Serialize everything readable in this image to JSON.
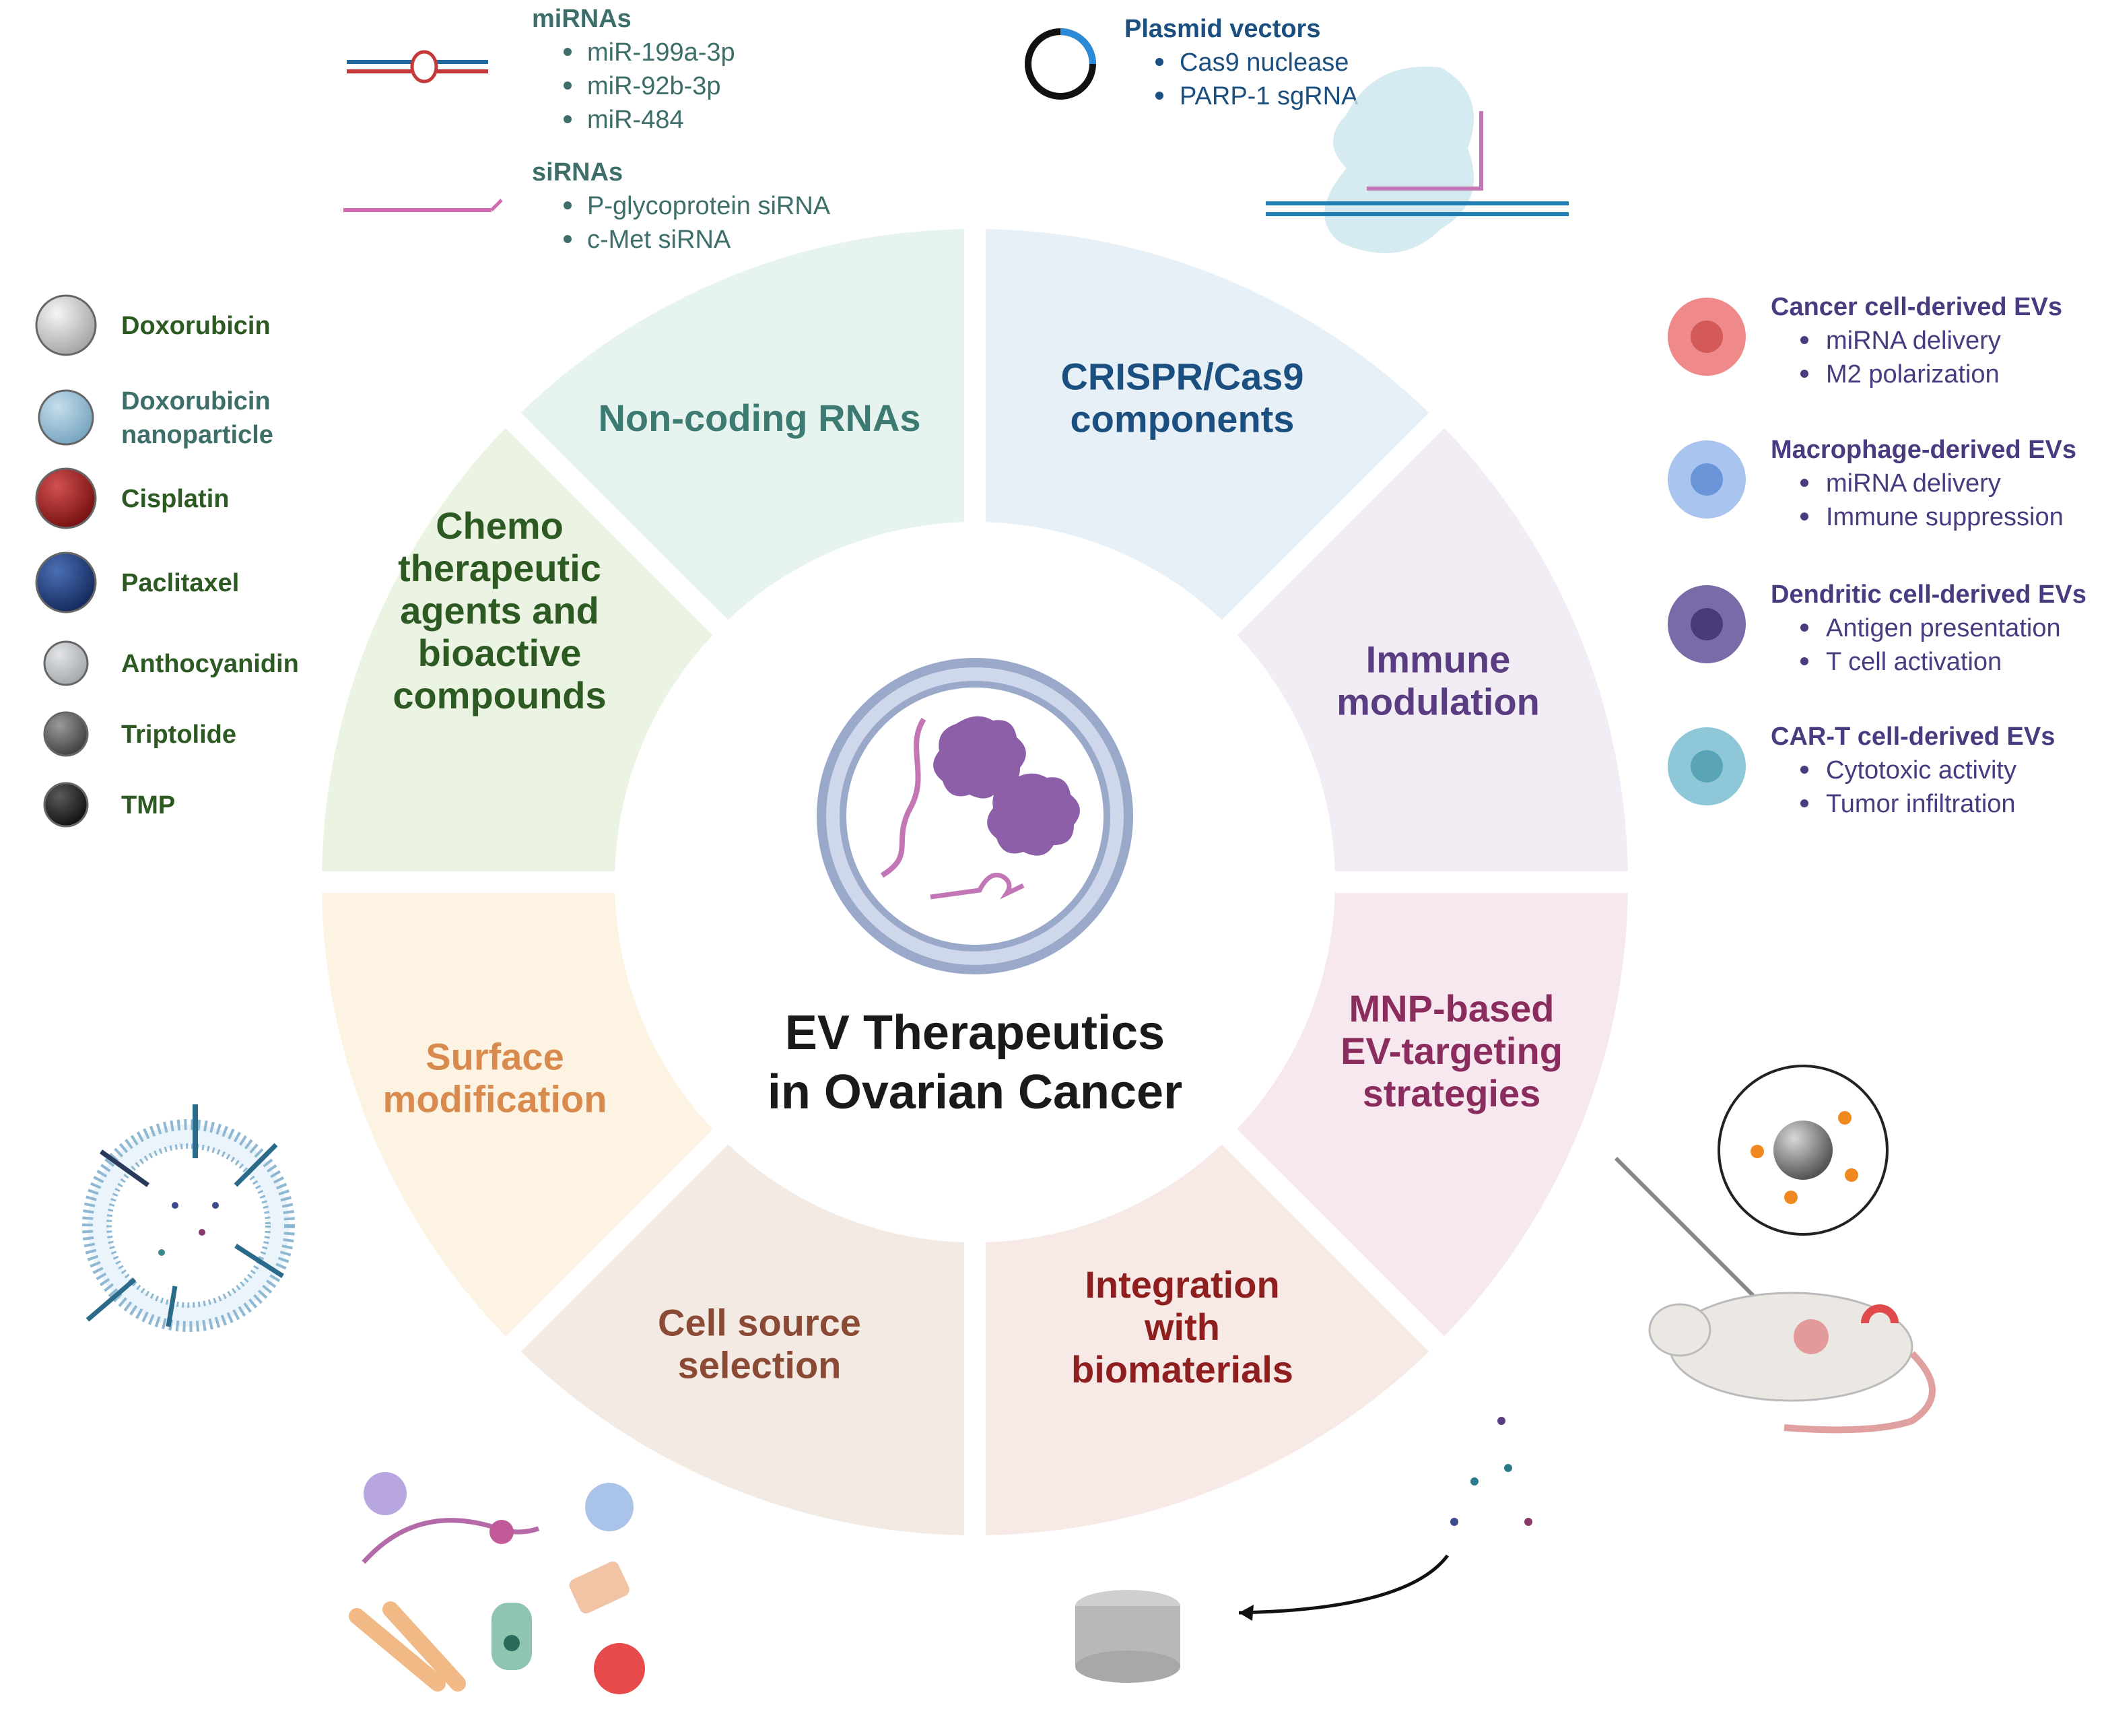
{
  "center": {
    "title_line1": "EV Therapeutics",
    "title_line2": "in Ovarian Cancer"
  },
  "segments": [
    {
      "name": "non-coding-rnas",
      "lines": [
        "Non-coding RNAs"
      ],
      "fill": "#e6f3ee",
      "text_color": "#3d7a72"
    },
    {
      "name": "crispr",
      "lines": [
        "CRISPR/Cas9",
        "components"
      ],
      "fill": "#e7f0f7",
      "text_color": "#1b4f7f"
    },
    {
      "name": "immune-modulation",
      "lines": [
        "Immune",
        "modulation"
      ],
      "fill": "#f2ecf5",
      "text_color": "#5a3d80"
    },
    {
      "name": "mnp",
      "lines": [
        "MNP-based",
        "EV-targeting",
        "strategies"
      ],
      "fill": "#f7e8ef",
      "text_color": "#8a2d5e"
    },
    {
      "name": "biomaterials",
      "lines": [
        "Integration",
        "with",
        "biomaterials"
      ],
      "fill": "#f7e9e6",
      "text_color": "#8f1f1f"
    },
    {
      "name": "cell-source",
      "lines": [
        "Cell source",
        "selection"
      ],
      "fill": "#f3ebe3",
      "text_color": "#8a4a35"
    },
    {
      "name": "surface-modification",
      "lines": [
        "Surface",
        "modification"
      ],
      "fill": "#fdf3e2",
      "text_color": "#d98a4e"
    },
    {
      "name": "chemo",
      "lines": [
        "Chemo",
        "therapeutic",
        "agents and",
        "bioactive",
        "compounds"
      ],
      "fill": "#ebf4e2",
      "text_color": "#2d5a22"
    }
  ],
  "mirnas": {
    "heading": "miRNAs",
    "items": [
      "miR-199a-3p",
      "miR-92b-3p",
      "miR-484"
    ]
  },
  "sirnas": {
    "heading": "siRNAs",
    "items": [
      "P-glycoprotein siRNA",
      "c-Met siRNA"
    ]
  },
  "plasmid": {
    "heading": "Plasmid vectors",
    "items": [
      "Cas9 nuclease",
      "PARP-1 sgRNA"
    ]
  },
  "drugs": [
    {
      "label": "Doxorubicin",
      "color": "#d3d3d3",
      "color2": "#a0a0a0"
    },
    {
      "label_line1": "Doxorubicin",
      "label_line2": "nanoparticle",
      "color": "#9ec3d9",
      "color2": "#7aa7c2"
    },
    {
      "label": "Cisplatin",
      "color": "#b02a2a",
      "color2": "#7a1414"
    },
    {
      "label": "Paclitaxel",
      "color": "#2d4f95",
      "color2": "#172d60"
    },
    {
      "label": "Anthocyanidin",
      "color": "#c4c7ca",
      "color2": "#a6aaae"
    },
    {
      "label": "Triptolide",
      "color": "#707070",
      "color2": "#4a4a4a"
    },
    {
      "label": "TMP",
      "color": "#353535",
      "color2": "#1b1b1b"
    }
  ],
  "ev_sources": [
    {
      "heading": "Cancer cell-derived EVs",
      "items": [
        "miRNA delivery",
        "M2 polarization"
      ]
    },
    {
      "heading": "Macrophage-derived EVs",
      "items": [
        "miRNA delivery",
        "Immune suppression"
      ]
    },
    {
      "heading": "Dendritic cell-derived EVs",
      "items": [
        "Antigen presentation",
        "T cell activation"
      ]
    },
    {
      "heading": "CAR-T cell-derived EVs",
      "items": [
        "Cytotoxic activity",
        "Tumor infiltration"
      ]
    }
  ],
  "colors": {
    "rna_text": "#3d6e6a",
    "plasmid_text": "#1b4f7f",
    "ev_text": "#4a3a80",
    "ring_outer": "#9aa8c9",
    "ring_inner": "#d7deee",
    "protein": "#8c5fa8",
    "rna_strand": "#c276b5"
  }
}
